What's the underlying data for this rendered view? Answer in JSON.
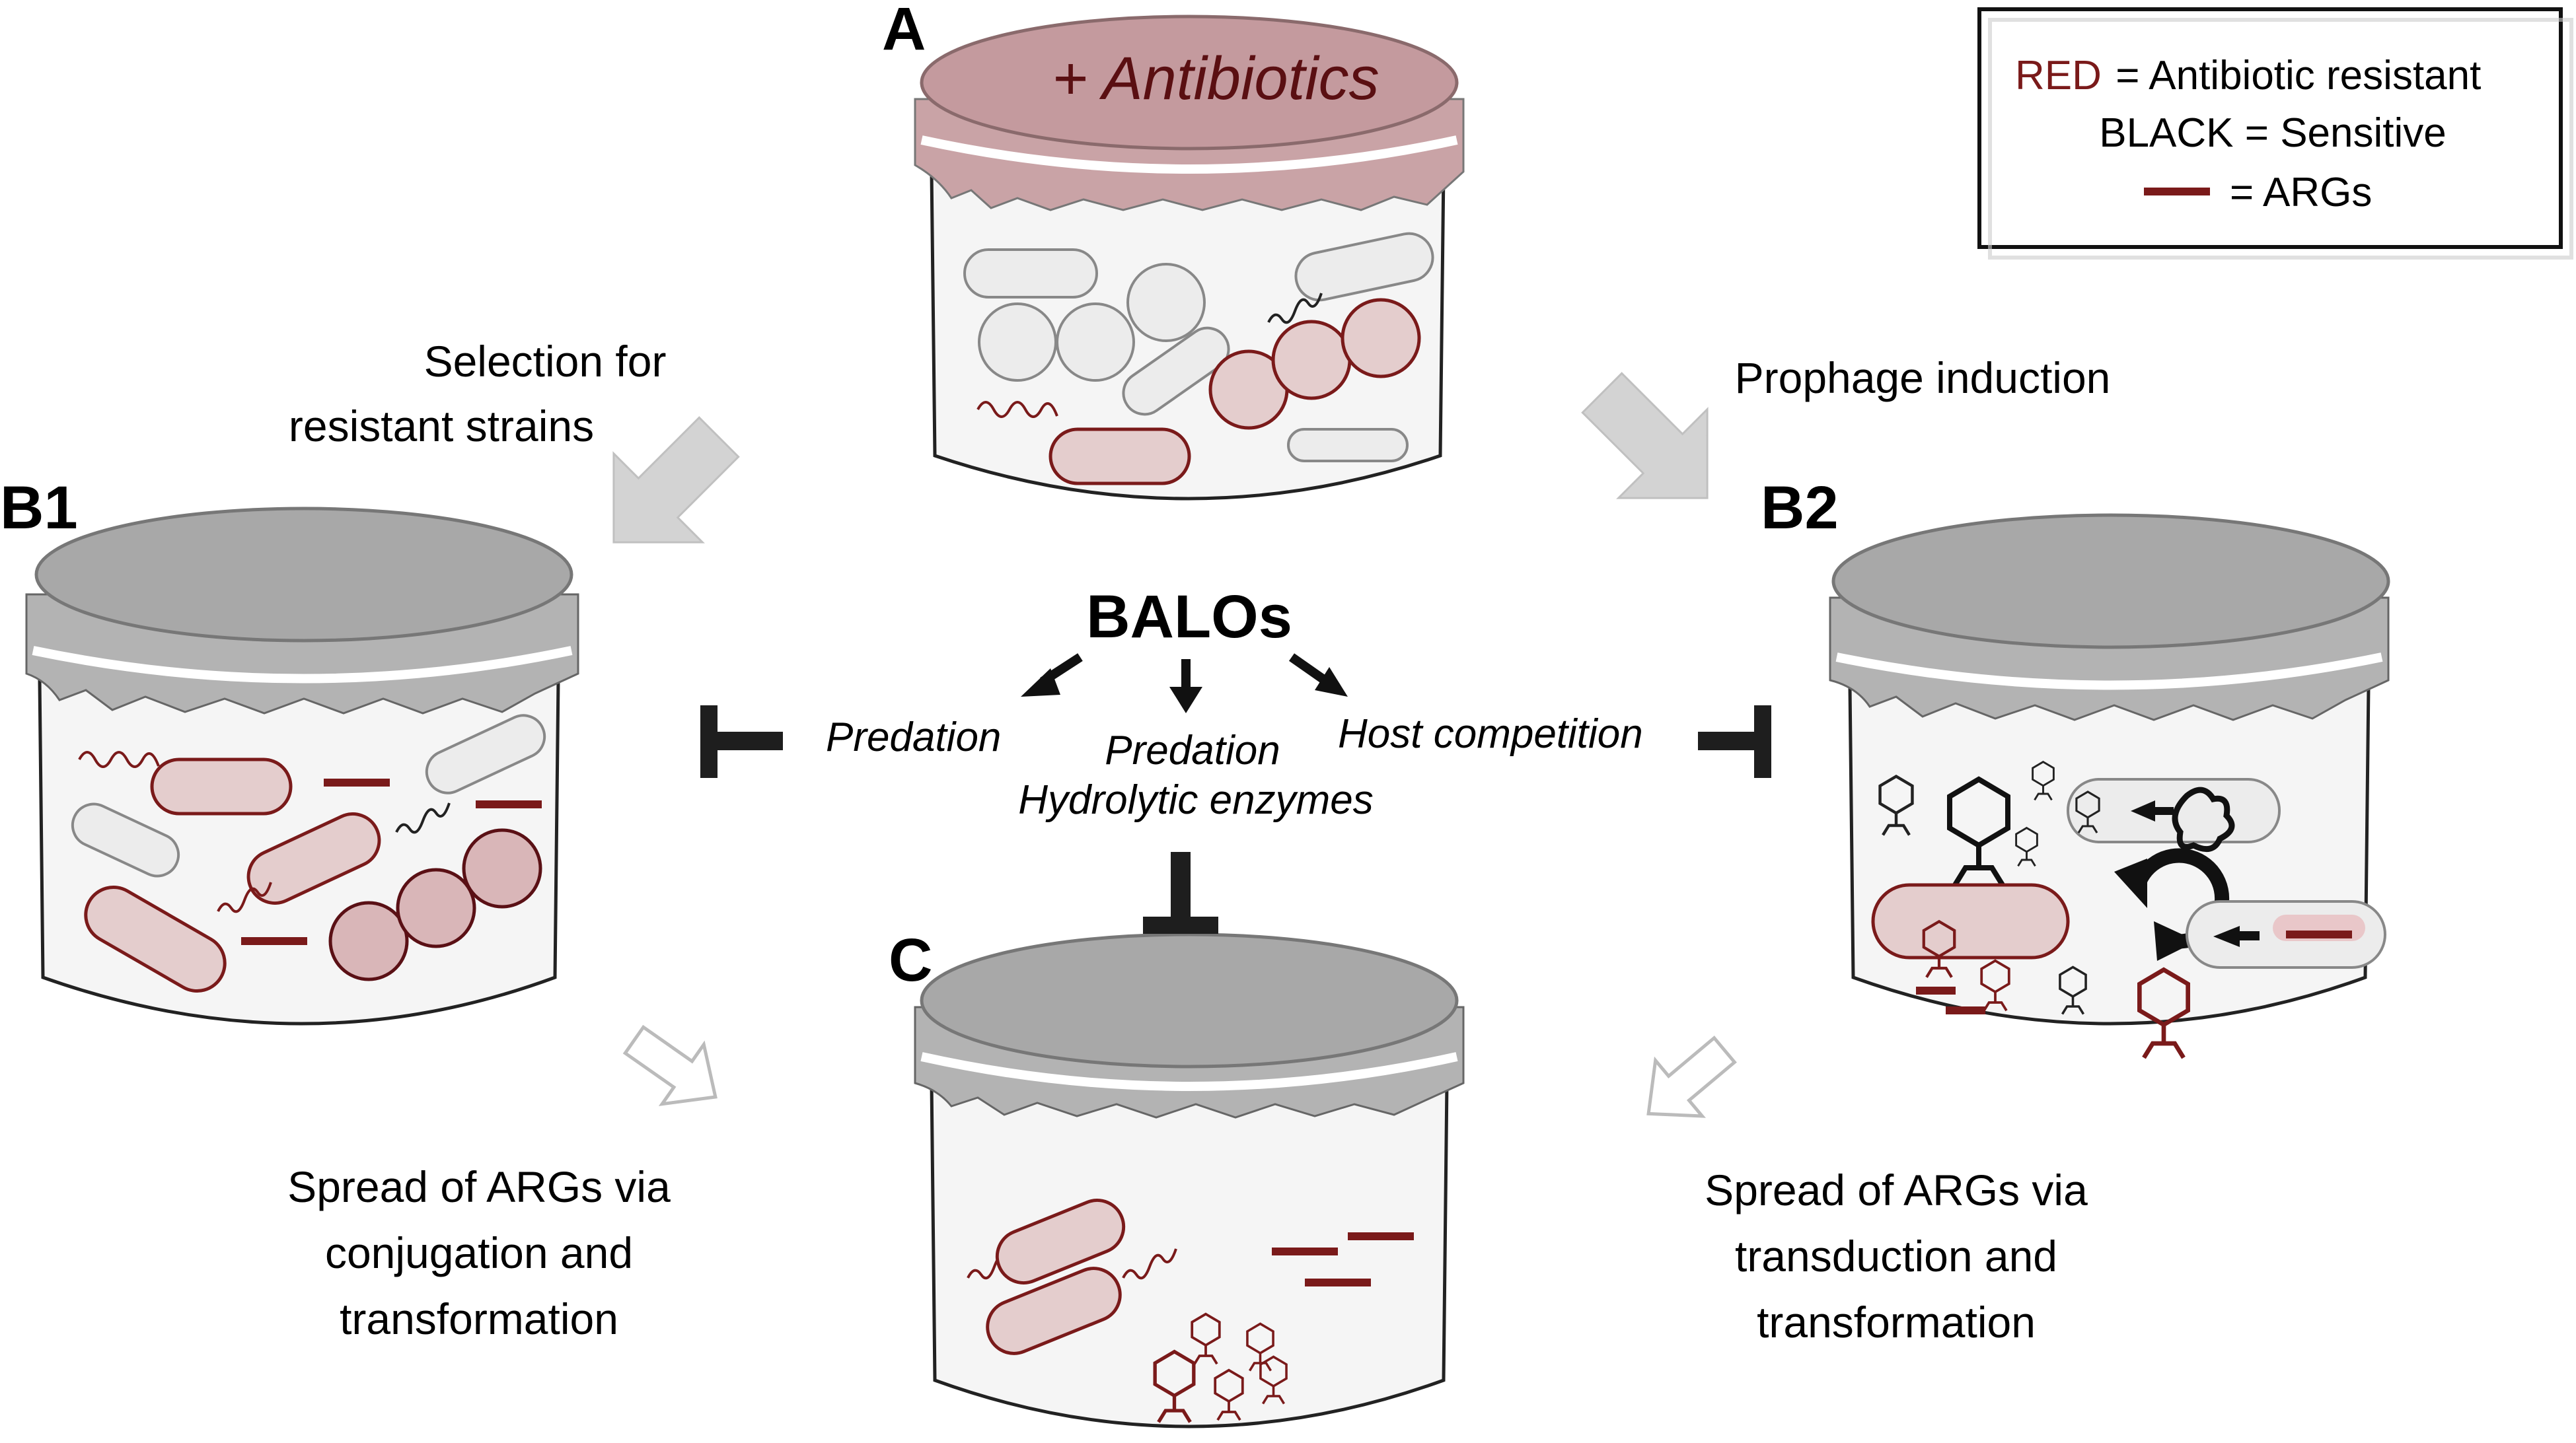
{
  "panels": {
    "a": {
      "label": "A",
      "lid_text": "+ Antibiotics"
    },
    "b1": {
      "label": "B1"
    },
    "b2": {
      "label": "B2"
    },
    "c": {
      "label": "C"
    }
  },
  "center": {
    "title": "BALOs",
    "left_effect": "Predation",
    "middle_effect_1": "Predation",
    "middle_effect_2": "Hydrolytic enzymes",
    "right_effect": "Host competition"
  },
  "arrows": {
    "top_left": [
      "Selection for",
      "resistant strains"
    ],
    "top_right": [
      "Prophage induction"
    ],
    "bottom_left": [
      "Spread of ARGs via",
      "conjugation and",
      "transformation"
    ],
    "bottom_right": [
      "Spread of ARGs via",
      "transduction and",
      "transformation"
    ]
  },
  "legend": {
    "red_word": "RED",
    "red_rest": " = Antibiotic resistant",
    "black_line": "BLACK = Sensitive",
    "args_line": "= ARGs"
  },
  "colors": {
    "resistant": "#7a1a1a",
    "resistant_fill": "#e4cdcd",
    "lid_antibiotic": "#c49a9e",
    "lid_gray": "#a8a8a8",
    "sensitive_fill": "#ececec",
    "inhibitor": "#1e1e1e"
  }
}
